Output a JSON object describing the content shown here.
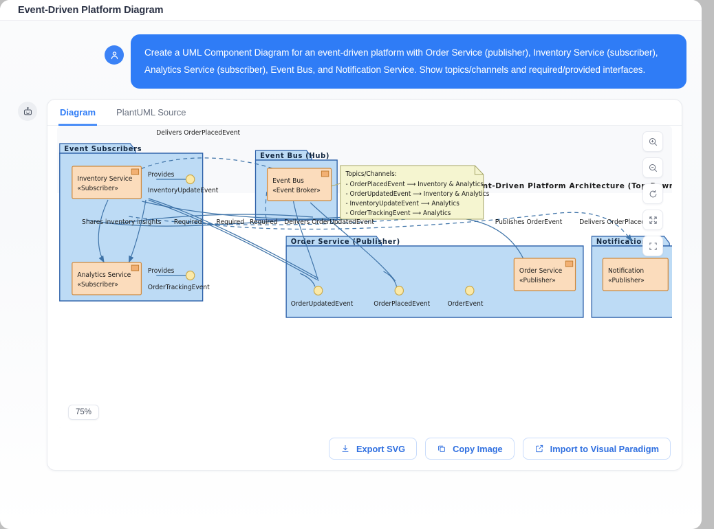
{
  "window": {
    "title": "Event-Driven Platform Diagram"
  },
  "conversation": {
    "user_avatar_icon": "user-icon",
    "user_message": "Create a UML Component Diagram for an event-driven platform with Order Service (publisher), Inventory Service (subscriber), Analytics Service (subscriber), Event Bus, and Notification Service. Show topics/channels and required/provided interfaces.",
    "bot_avatar_icon": "robot-icon"
  },
  "tabs": [
    {
      "label": "Diagram",
      "active": true
    },
    {
      "label": "PlantUML Source",
      "active": false
    }
  ],
  "viewport": {
    "zoom_level": "75%",
    "controls": [
      {
        "name": "zoom-in-icon",
        "label": "Zoom in"
      },
      {
        "name": "zoom-out-icon",
        "label": "Zoom out"
      },
      {
        "name": "reset-icon",
        "label": "Reset view"
      },
      {
        "name": "expand-icon",
        "label": "Fit to screen"
      },
      {
        "name": "fullscreen-icon",
        "label": "Fullscreen"
      }
    ]
  },
  "actions": [
    {
      "label": "Export SVG",
      "icon": "download-icon"
    },
    {
      "label": "Copy Image",
      "icon": "copy-icon"
    },
    {
      "label": "Import to Visual Paradigm",
      "icon": "external-link-icon"
    }
  ],
  "chart_data": {
    "type": "diagram",
    "diagram_kind": "UML Component Diagram",
    "title": "Component Diagram: Event-Driven Platform Architecture (Top-Down)",
    "colors": {
      "package_fill": "#BDDBF5",
      "package_border": "#2B5FA8",
      "component_fill": "#FBDCBC",
      "component_border": "#D08A3E",
      "note_fill": "#F5F5D0",
      "note_border": "#A8A86A",
      "connector": "#3E73A8",
      "interface_ball": "#FBE9A8"
    },
    "packages": [
      {
        "id": "event-subscribers",
        "label": "Event Subscribers",
        "components": [
          {
            "label": "Inventory Service",
            "stereotype": "«Subscriber»"
          },
          {
            "label": "Analytics Service",
            "stereotype": "«Subscriber»"
          }
        ],
        "provided_interfaces": [
          {
            "label": "Provides",
            "interface": "InventoryUpdateEvent"
          },
          {
            "label": "Provides",
            "interface": "OrderTrackingEvent"
          }
        ]
      },
      {
        "id": "event-bus-hub",
        "label": "Event Bus (Hub)",
        "components": [
          {
            "label": "Event Bus",
            "stereotype": "«Event Broker»"
          }
        ]
      },
      {
        "id": "order-service-publisher",
        "label": "Order Service (Publisher)",
        "components": [
          {
            "label": "Order Service",
            "stereotype": "«Publisher»"
          }
        ],
        "interfaces": [
          "OrderUpdatedEvent",
          "OrderPlacedEvent",
          "OrderEvent"
        ]
      },
      {
        "id": "notification-service",
        "label": "Notification S",
        "components": [
          {
            "label": "Notification",
            "stereotype": "«Publisher»"
          }
        ]
      }
    ],
    "note": {
      "title": "Topics/Channels:",
      "lines": [
        "- OrderPlacedEvent ⟶ Inventory & Analytics",
        "- OrderUpdatedEvent ⟶ Inventory & Analytics",
        "- InventoryUpdateEvent ⟶ Analytics",
        "- OrderTrackingEvent ⟶ Analytics"
      ]
    },
    "edge_labels": [
      "Delivers OrderPlacedEvent",
      "Shares inventory insights",
      "Required",
      "Required",
      "Required",
      "Delivers OrderUpdatedEvent",
      "Publishes OrderEvent",
      "Delivers OrderPlaced"
    ]
  }
}
